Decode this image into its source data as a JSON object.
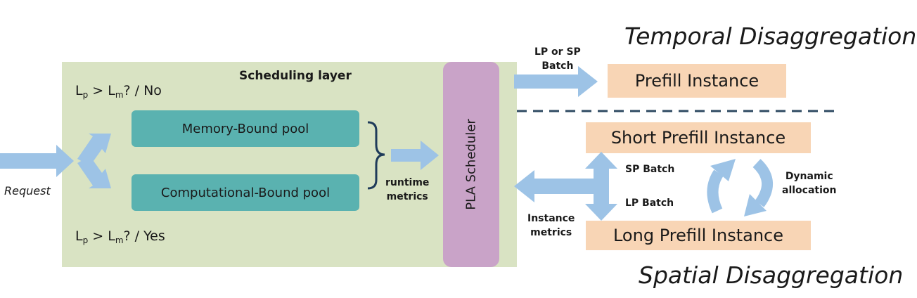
{
  "scheduling_layer": {
    "title": "Scheduling layer",
    "cond_top": {
      "pre": "L",
      "sub1": "p",
      "mid": " > L",
      "sub2": "m",
      "post": "? / No"
    },
    "cond_bottom": {
      "pre": "L",
      "sub1": "p",
      "mid": " > L",
      "sub2": "m",
      "post": "? / Yes"
    },
    "memory_pool": "Memory-Bound pool",
    "compute_pool": "Computational-Bound pool",
    "runtime_metrics": [
      "runtime",
      "metrics"
    ]
  },
  "request_label": "Request",
  "scheduler_label": "PLA Scheduler",
  "temporal": {
    "title": "Temporal Disaggregation",
    "batch_label": [
      "LP or SP",
      "Batch"
    ],
    "prefill_instance": "Prefill Instance"
  },
  "spatial": {
    "title": "Spatial Disaggregation",
    "short_instance": "Short Prefill Instance",
    "long_instance": "Long Prefill Instance",
    "sp_batch": "SP Batch",
    "lp_batch": "LP Batch",
    "instance_metrics": [
      "Instance",
      "metrics"
    ],
    "dynamic_allocation": [
      "Dynamic",
      "allocation"
    ]
  },
  "colors": {
    "scheduling_bg": "#d9e3c3",
    "pool": "#5ab2b0",
    "scheduler": "#c9a3c8",
    "instance": "#f8d5b5",
    "arrow": "#9dc3e6",
    "divider": "#2e4a62"
  }
}
